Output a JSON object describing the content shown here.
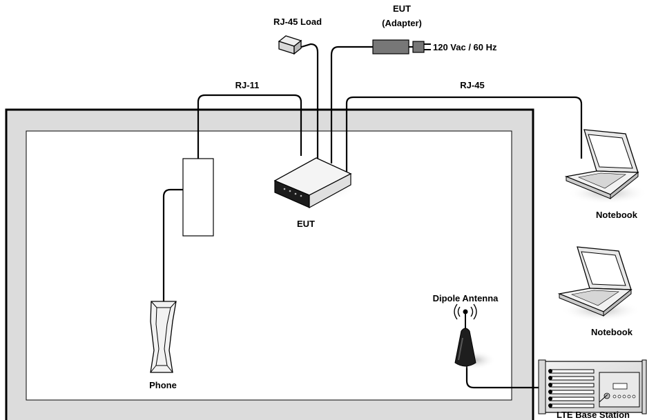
{
  "labels": {
    "rj45_load": "RJ-45 Load",
    "eut_adapter_line1": "EUT",
    "eut_adapter_line2": "(Adapter)",
    "power_spec": "120 Vac / 60 Hz",
    "rj11": "RJ-11",
    "rj45": "RJ-45",
    "eut": "EUT",
    "notebook_1": "Notebook",
    "notebook_2": "Notebook",
    "dipole_antenna": "Dipole Antenna",
    "phone": "Phone",
    "lte_base_station": "LTE Base Station"
  },
  "colors": {
    "chamber_outer": "#dcdcdc",
    "chamber_inner": "#ffffff",
    "device_fill": "#e6e6e6",
    "adapter_fill": "#777777",
    "antenna_fill": "#1e1e1e",
    "line": "#000000"
  },
  "icons": {
    "load": "rj45-load-plug-icon",
    "adapter": "power-adapter-icon",
    "eut": "router-icon",
    "notebook": "laptop-icon",
    "antenna": "dipole-antenna-icon",
    "phone": "telephone-handset-icon",
    "base_station": "rack-base-station-icon"
  }
}
